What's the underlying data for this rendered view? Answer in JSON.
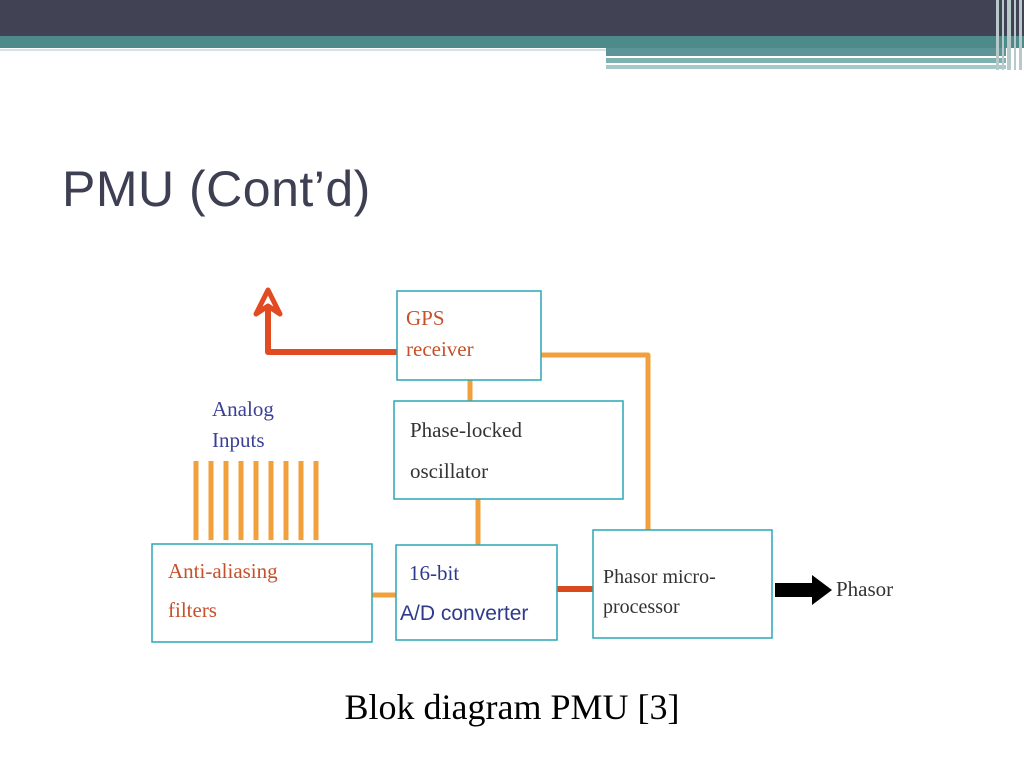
{
  "slide": {
    "title": "PMU (Cont’d)",
    "caption": "Blok diagram PMU [3]"
  },
  "diagram": {
    "nodes": {
      "gps_receiver": {
        "line1": "GPS",
        "line2": "receiver"
      },
      "phase_locked_oscillator": {
        "line1": "Phase-locked",
        "line2": "oscillator"
      },
      "anti_aliasing_filters": {
        "line1": "Anti-aliasing",
        "line2": "filters"
      },
      "ad_converter": {
        "line1": "16-bit",
        "line2": "A/D converter"
      },
      "phasor_microprocessor": {
        "line1": "Phasor micro-",
        "line2": "processor"
      }
    },
    "analog_inputs": {
      "line1": "Analog",
      "line2": "Inputs",
      "count": 9
    },
    "output_label": "Phasor",
    "colors": {
      "box_border": "#2aa7b5",
      "connector": "#f2a03d",
      "antenna": "#e24a22",
      "ad_link": "#d94a1e",
      "gps_text": "#c6502a",
      "anti_aliasing_text": "#c6502a",
      "analog_text": "#3b3f96",
      "ad_line1_text": "#2e3a8c",
      "dark_text": "#333333",
      "output_arrow": "#000000"
    }
  }
}
